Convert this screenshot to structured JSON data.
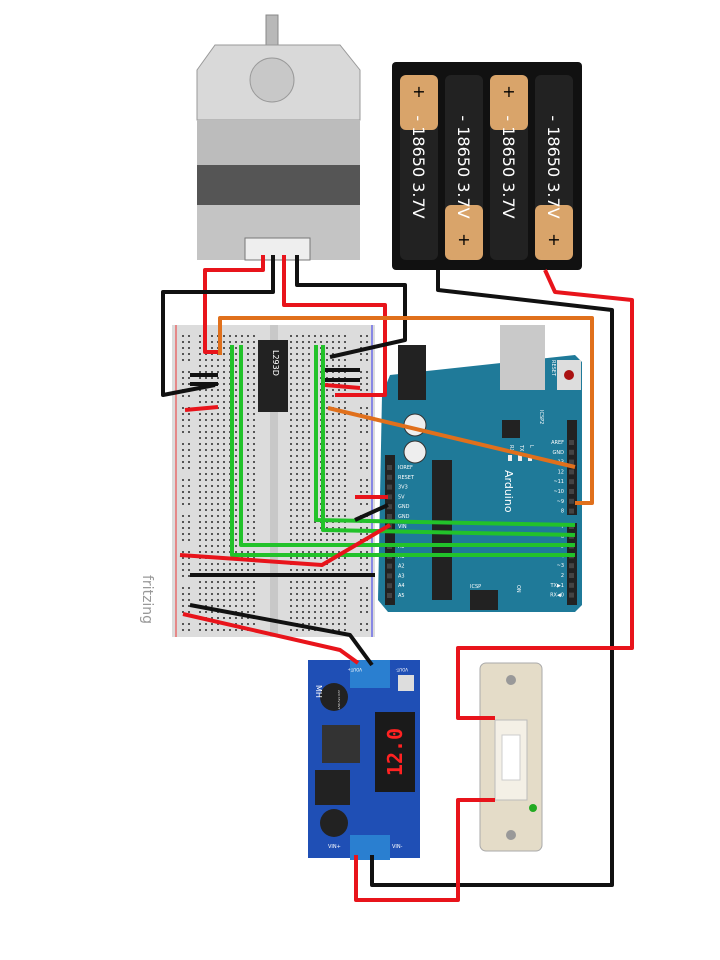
{
  "watermark": "fritzing",
  "battery": {
    "cells": [
      "18650 3.7V",
      "18650 3.7V",
      "18650 3.7V",
      "18650 3.7V"
    ],
    "plus": "+",
    "minus": "-"
  },
  "driver_chip": "L293D",
  "arduino": {
    "brand": "Arduino",
    "reset": "RESET",
    "icsp": "ICSP",
    "icsp2": "ICSP2",
    "leds": [
      "RX",
      "TX",
      "L"
    ],
    "on": "ON",
    "power_pins": [
      "IOREF",
      "RESET",
      "3V3",
      "5V",
      "GND",
      "GND",
      "VIN"
    ],
    "analog_pins": [
      "A0",
      "A1",
      "A2",
      "A3",
      "A4",
      "A5"
    ],
    "digital_top": [
      "AREF",
      "GND",
      "13",
      "12",
      "~11",
      "~10",
      "~9",
      "8"
    ],
    "digital_bottom": [
      "7",
      "~6",
      "~5",
      "4",
      "~3",
      "2",
      "TX▶1",
      "RX◀0"
    ]
  },
  "buck": {
    "display": "12.0",
    "vout_plus": "VOUT+",
    "vout_minus": "VOUT-",
    "vin_plus": "VIN+",
    "vin_minus": "VIN-",
    "brand": "MH",
    "cap": "220 35V RVT"
  },
  "colors": {
    "arduino": "#1f7a99",
    "buck": "#1f4fb5",
    "wire_red": "#e8141b",
    "wire_black": "#111111",
    "wire_green": "#22c22a",
    "wire_orange": "#e0701c",
    "breadboard": "#dcdcdc"
  }
}
